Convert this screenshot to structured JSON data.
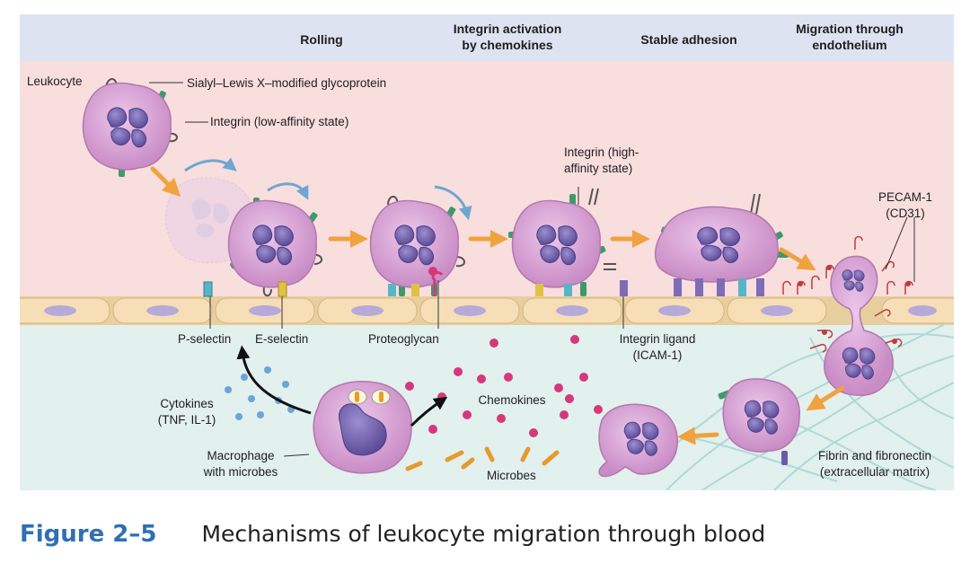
{
  "stages": {
    "rolling": "Rolling",
    "integrin_activation_1": "Integrin activation",
    "integrin_activation_2": "by chemokines",
    "stable_adhesion": "Stable adhesion",
    "migration_1": "Migration through",
    "migration_2": "endothelium"
  },
  "labels": {
    "leukocyte": "Leukocyte",
    "sialyl_lewis": "Sialyl–Lewis X–modified glycoprotein",
    "integrin_low": "Integrin (low-affinity state)",
    "integrin_high_1": "Integrin (high-",
    "integrin_high_2": "affinity state)",
    "pecam_1": "PECAM-1",
    "pecam_2": "(CD31)",
    "p_selectin": "P-selectin",
    "e_selectin": "E-selectin",
    "proteoglycan": "Proteoglycan",
    "integrin_ligand_1": "Integrin ligand",
    "integrin_ligand_2": "(ICAM-1)",
    "cytokines_1": "Cytokines",
    "cytokines_2": "(TNF, IL-1)",
    "chemokines": "Chemokines",
    "macrophage_1": "Macrophage",
    "macrophage_2": "with microbes",
    "microbes": "Microbes",
    "fibrin_1": "Fibrin and fibronectin",
    "fibrin_2": "(extracellular matrix)"
  },
  "caption": {
    "number": "Figure 2–5",
    "text": "Mechanisms of leukocyte migration through blood"
  },
  "colors": {
    "header_band": "#dde3f1",
    "vessel_lumen": "#f9dede",
    "tissue": "#e2f0ee",
    "endothelium": "#f6dfb7",
    "cell_body": "#d9a6d6",
    "nucleus": "#6d5ca8",
    "arrow": "#f0a23e",
    "rotation_arrow": "#6ea7d2",
    "chemokine": "#d6387a",
    "cytokine": "#6aa6d8",
    "microbe": "#e69a2e",
    "fibrin": "#a8d8d4",
    "caption_number": "#2f6fb3"
  }
}
